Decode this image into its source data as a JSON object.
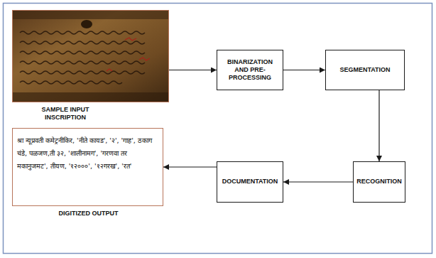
{
  "diagram": {
    "nodes": [
      {
        "text": [
          "SAMPLE INPUT INSCRIPTION"
        ]
      },
      {
        "text": [
          "BINARIZATION AND PRE-PROCESSING"
        ]
      },
      {
        "text": [
          "SEGMENTATION"
        ]
      },
      {
        "text": [
          "RECOGNITION"
        ]
      },
      {
        "text": [
          "DOCUMENTATION"
        ]
      },
      {
        "text": [
          "श्रा न्यूप्रवती कमेट्रनीकिर, 'नीते कायड', '२', 'गाह', ठकाग चंडे, पळजण,ती ३२, 'शालीनामग', 'गरणवा तर मकानुजमट', तीयण, '१२०००', '१२गरख', 'रत'",
          "DIGITIZED OUTPUT"
        ]
      }
    ],
    "edges": [
      {
        "from": 0,
        "to": 1,
        "arrow": "to"
      },
      {
        "from": 1,
        "to": 2,
        "arrow": "to"
      },
      {
        "from": 2,
        "to": 3,
        "arrow": "to"
      },
      {
        "from": 3,
        "to": 4,
        "arrow": "to"
      },
      {
        "from": 4,
        "to": 5,
        "arrow": "to"
      }
    ]
  }
}
